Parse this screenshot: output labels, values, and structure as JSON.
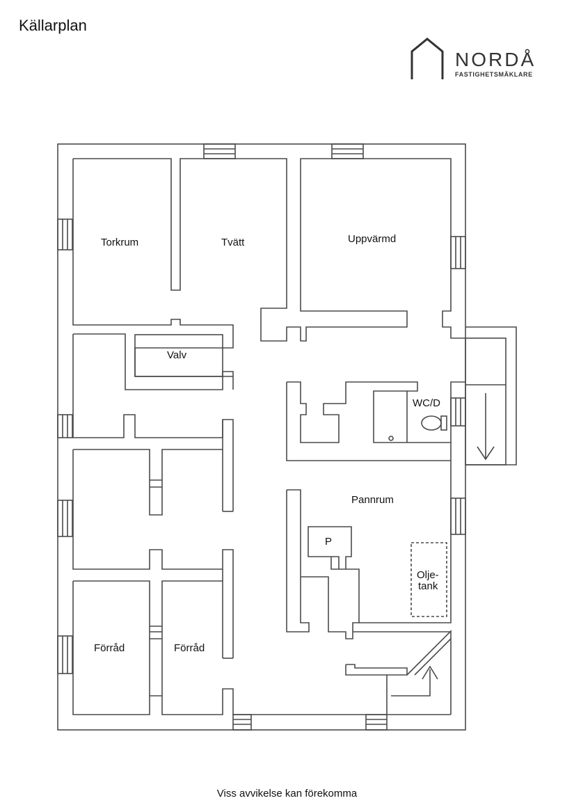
{
  "page": {
    "title": "Källarplan",
    "footer": "Viss avvikelse kan förekomma"
  },
  "logo": {
    "name": "NORDÅ",
    "subtitle": "FASTIGHETSMÄKLARE",
    "icon": "house-outline-icon"
  },
  "rooms": {
    "torkrum": "Torkrum",
    "tvatt": "Tvätt",
    "uppvarmd": "Uppvärmd",
    "valv": "Valv",
    "wcd": "WC/D",
    "pannrum": "Pannrum",
    "p": "P",
    "olje": "Olje-",
    "tank": "tank",
    "forrad_left": "Förråd",
    "forrad_right": "Förråd"
  },
  "colors": {
    "wall": "#4a4a4a",
    "background": "#ffffff"
  }
}
